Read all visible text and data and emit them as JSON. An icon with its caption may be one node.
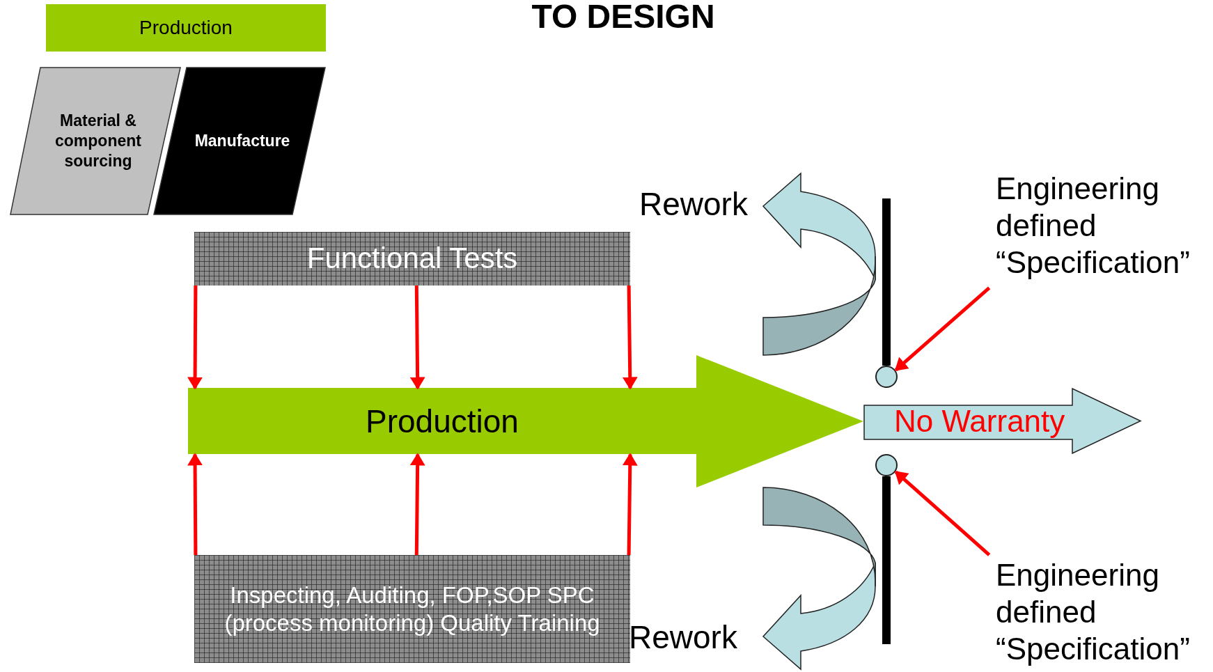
{
  "diagram": {
    "title": "TO DESIGN",
    "nodes": [
      {
        "text": [
          "Production"
        ]
      },
      {
        "text": [
          "Material & component sourcing"
        ]
      },
      {
        "text": [
          "Manufacture"
        ]
      },
      {
        "text": [
          "Functional Tests"
        ]
      },
      {
        "text": [
          "Production"
        ]
      },
      {
        "text": [
          "Inspecting, Auditing, FOP,SOP SPC (process monitoring) Quality Training"
        ]
      },
      {
        "text": [
          "No Warranty"
        ]
      },
      {
        "text": [],
        "shape": "circle"
      },
      {
        "text": [
          "Engineering defined “Specification”"
        ]
      },
      {
        "text": [],
        "shape": "circle"
      },
      {
        "text": [
          "Engineering defined “Specification”"
        ]
      }
    ],
    "edges": [
      {
        "from": 3,
        "to": 4,
        "arrow": "to"
      },
      {
        "from": 3,
        "to": 4,
        "arrow": "to"
      },
      {
        "from": 3,
        "to": 4,
        "arrow": "to"
      },
      {
        "from": 5,
        "to": 4,
        "arrow": "to"
      },
      {
        "from": 5,
        "to": 4,
        "arrow": "to"
      },
      {
        "from": 5,
        "to": 4,
        "arrow": "to"
      },
      {
        "from": 8,
        "to": 7,
        "arrow": "to"
      },
      {
        "from": 10,
        "to": 9,
        "arrow": "to"
      }
    ],
    "labels": [
      "Rework",
      "Rework"
    ]
  }
}
